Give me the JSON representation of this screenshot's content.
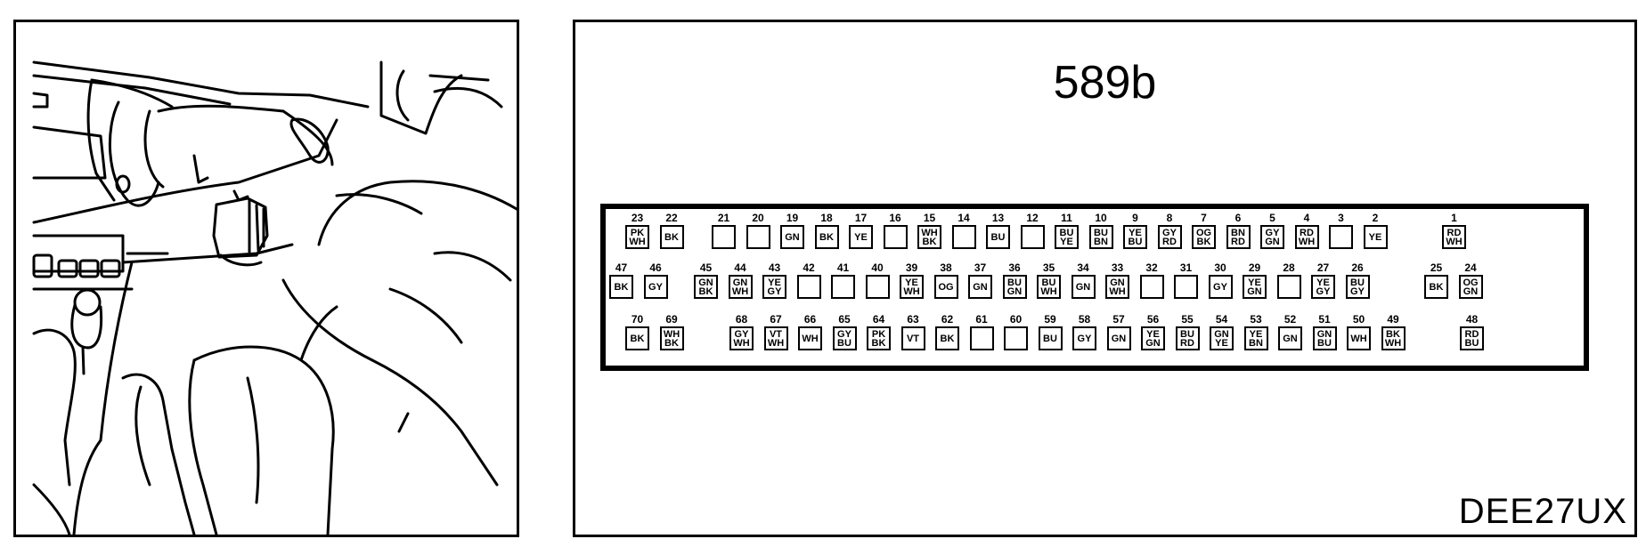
{
  "diagram": {
    "connector_id": "589b",
    "figure_code": "DEE27UX",
    "rows": [
      [
        {
          "pin": "23",
          "wires": [
            "PK",
            "WH"
          ]
        },
        {
          "pin": "22",
          "wires": [
            "BK"
          ]
        },
        {
          "pin": "21",
          "wires": []
        },
        {
          "pin": "20",
          "wires": []
        },
        {
          "pin": "19",
          "wires": [
            "GN"
          ]
        },
        {
          "pin": "18",
          "wires": [
            "BK"
          ]
        },
        {
          "pin": "17",
          "wires": [
            "YE"
          ]
        },
        {
          "pin": "16",
          "wires": []
        },
        {
          "pin": "15",
          "wires": [
            "WH",
            "BK"
          ]
        },
        {
          "pin": "14",
          "wires": []
        },
        {
          "pin": "13",
          "wires": [
            "BU"
          ]
        },
        {
          "pin": "12",
          "wires": []
        },
        {
          "pin": "11",
          "wires": [
            "BU",
            "YE"
          ]
        },
        {
          "pin": "10",
          "wires": [
            "BU",
            "BN"
          ]
        },
        {
          "pin": "9",
          "wires": [
            "YE",
            "BU"
          ]
        },
        {
          "pin": "8",
          "wires": [
            "GY",
            "RD"
          ]
        },
        {
          "pin": "7",
          "wires": [
            "OG",
            "BK"
          ]
        },
        {
          "pin": "6",
          "wires": [
            "BN",
            "RD"
          ]
        },
        {
          "pin": "5",
          "wires": [
            "GY",
            "GN"
          ]
        },
        {
          "pin": "4",
          "wires": [
            "RD",
            "WH"
          ]
        },
        {
          "pin": "3",
          "wires": []
        },
        {
          "pin": "2",
          "wires": [
            "YE"
          ]
        },
        {
          "pin": "1",
          "wires": [
            "RD",
            "WH"
          ]
        }
      ],
      [
        {
          "pin": "47",
          "wires": [
            "BK"
          ]
        },
        {
          "pin": "46",
          "wires": [
            "GY"
          ]
        },
        {
          "pin": "45",
          "wires": [
            "GN",
            "BK"
          ]
        },
        {
          "pin": "44",
          "wires": [
            "GN",
            "WH"
          ]
        },
        {
          "pin": "43",
          "wires": [
            "YE",
            "GY"
          ]
        },
        {
          "pin": "42",
          "wires": []
        },
        {
          "pin": "41",
          "wires": []
        },
        {
          "pin": "40",
          "wires": []
        },
        {
          "pin": "39",
          "wires": [
            "YE",
            "WH"
          ]
        },
        {
          "pin": "38",
          "wires": [
            "OG"
          ]
        },
        {
          "pin": "37",
          "wires": [
            "GN"
          ]
        },
        {
          "pin": "36",
          "wires": [
            "BU",
            "GN"
          ]
        },
        {
          "pin": "35",
          "wires": [
            "BU",
            "WH"
          ]
        },
        {
          "pin": "34",
          "wires": [
            "GN"
          ]
        },
        {
          "pin": "33",
          "wires": [
            "GN",
            "WH"
          ]
        },
        {
          "pin": "32",
          "wires": []
        },
        {
          "pin": "31",
          "wires": []
        },
        {
          "pin": "30",
          "wires": [
            "GY"
          ]
        },
        {
          "pin": "29",
          "wires": [
            "YE",
            "GN"
          ]
        },
        {
          "pin": "28",
          "wires": []
        },
        {
          "pin": "27",
          "wires": [
            "YE",
            "GY"
          ]
        },
        {
          "pin": "26",
          "wires": [
            "BU",
            "GY"
          ]
        },
        {
          "pin": "25",
          "wires": [
            "BK"
          ]
        },
        {
          "pin": "24",
          "wires": [
            "OG",
            "GN"
          ]
        }
      ],
      [
        {
          "pin": "70",
          "wires": [
            "BK"
          ]
        },
        {
          "pin": "69",
          "wires": [
            "WH",
            "BK"
          ]
        },
        {
          "pin": "68",
          "wires": [
            "GY",
            "WH"
          ]
        },
        {
          "pin": "67",
          "wires": [
            "VT",
            "WH"
          ]
        },
        {
          "pin": "66",
          "wires": [
            "WH"
          ]
        },
        {
          "pin": "65",
          "wires": [
            "GY",
            "BU"
          ]
        },
        {
          "pin": "64",
          "wires": [
            "PK",
            "BK"
          ]
        },
        {
          "pin": "63",
          "wires": [
            "VT"
          ]
        },
        {
          "pin": "62",
          "wires": [
            "BK"
          ]
        },
        {
          "pin": "61",
          "wires": []
        },
        {
          "pin": "60",
          "wires": []
        },
        {
          "pin": "59",
          "wires": [
            "BU"
          ]
        },
        {
          "pin": "58",
          "wires": [
            "GY"
          ]
        },
        {
          "pin": "57",
          "wires": [
            "GN"
          ]
        },
        {
          "pin": "56",
          "wires": [
            "YE",
            "GN"
          ]
        },
        {
          "pin": "55",
          "wires": [
            "BU",
            "RD"
          ]
        },
        {
          "pin": "54",
          "wires": [
            "GN",
            "YE"
          ]
        },
        {
          "pin": "53",
          "wires": [
            "YE",
            "BN"
          ]
        },
        {
          "pin": "52",
          "wires": [
            "GN"
          ]
        },
        {
          "pin": "51",
          "wires": [
            "GN",
            "BU"
          ]
        },
        {
          "pin": "50",
          "wires": [
            "WH"
          ]
        },
        {
          "pin": "49",
          "wires": [
            "BK",
            "WH"
          ]
        },
        {
          "pin": "48",
          "wires": [
            "RD",
            "BU"
          ]
        }
      ]
    ]
  }
}
